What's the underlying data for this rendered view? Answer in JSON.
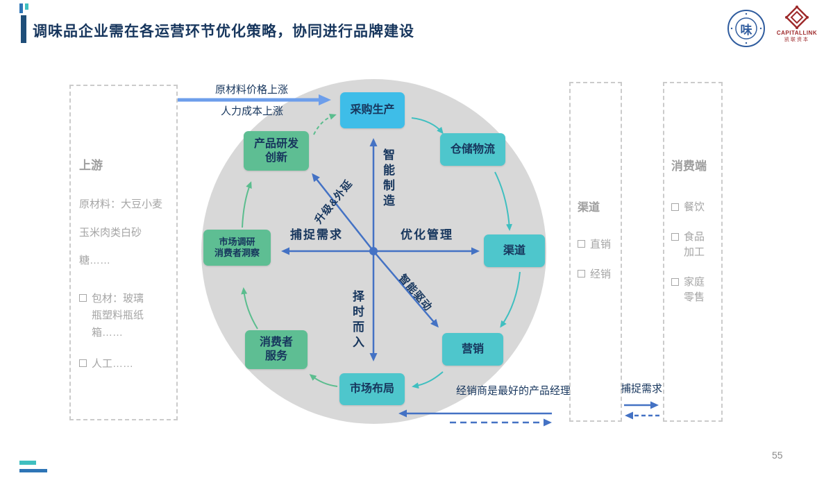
{
  "slide": {
    "title": "调味品企业需在各运营环节优化策略，协同进行品牌建设",
    "page_number": "55"
  },
  "palette": {
    "accent_blue": "#1F4E79",
    "navy_text": "#17365D",
    "axis_arrow_blue": "#4472C4",
    "thick_arrow_blue": "#6D9EEB",
    "cycle_teal": "#3FBFC0",
    "cycle_green": "#5BBD8E",
    "node_blue": "#3EBDE8",
    "node_teal": "#4EC6CC",
    "node_green": "#5EBE93",
    "circle_gray": "#D8D8D8",
    "panel_gray": "#A6A6A6",
    "brand_red": "#9E2A2B"
  },
  "logos": {
    "seal_char": "味",
    "capitallink": "CAPITALLINK",
    "capitallink_cn": "凯联资本"
  },
  "upstream_panel": {
    "title": "上游",
    "raw_materials": "原材料：大豆小麦玉米肉类白砂糖……",
    "items": [
      {
        "label": "包材：玻璃瓶塑料瓶纸箱……"
      },
      {
        "label": "人工……"
      }
    ]
  },
  "channel_panel": {
    "title": "渠道",
    "items": [
      {
        "label": "直销"
      },
      {
        "label": "经销"
      }
    ]
  },
  "consumer_panel": {
    "title": "消费端",
    "items": [
      {
        "label": "餐饮"
      },
      {
        "label": "食品加工"
      },
      {
        "label": "家庭零售"
      }
    ]
  },
  "diagram": {
    "nodes": {
      "procurement": {
        "label": "采购生产"
      },
      "warehouse": {
        "label": "仓储物流"
      },
      "channel": {
        "label": "渠道"
      },
      "marketing": {
        "label": "营销"
      },
      "market_layout": {
        "label": "市场布局"
      },
      "consumer_service": {
        "line1": "消费者",
        "line2": "服务"
      },
      "research": {
        "line1": "市场调研",
        "line2": "消费者洞察"
      },
      "rnd": {
        "line1": "产品研发",
        "line2": "创新"
      }
    },
    "axis": {
      "top": "智能制造",
      "right": "优化管理",
      "bottom": "择时而入",
      "left": "捕捉需求",
      "diag_upper_left": "升级&外延",
      "diag_lower_right": "智能驱动"
    }
  },
  "annotations": {
    "top_line1": "原材料价格上涨",
    "top_line2": "人力成本上涨",
    "bottom_note": "经销商是最好的产品经理",
    "right_note": "捕捉需求"
  }
}
